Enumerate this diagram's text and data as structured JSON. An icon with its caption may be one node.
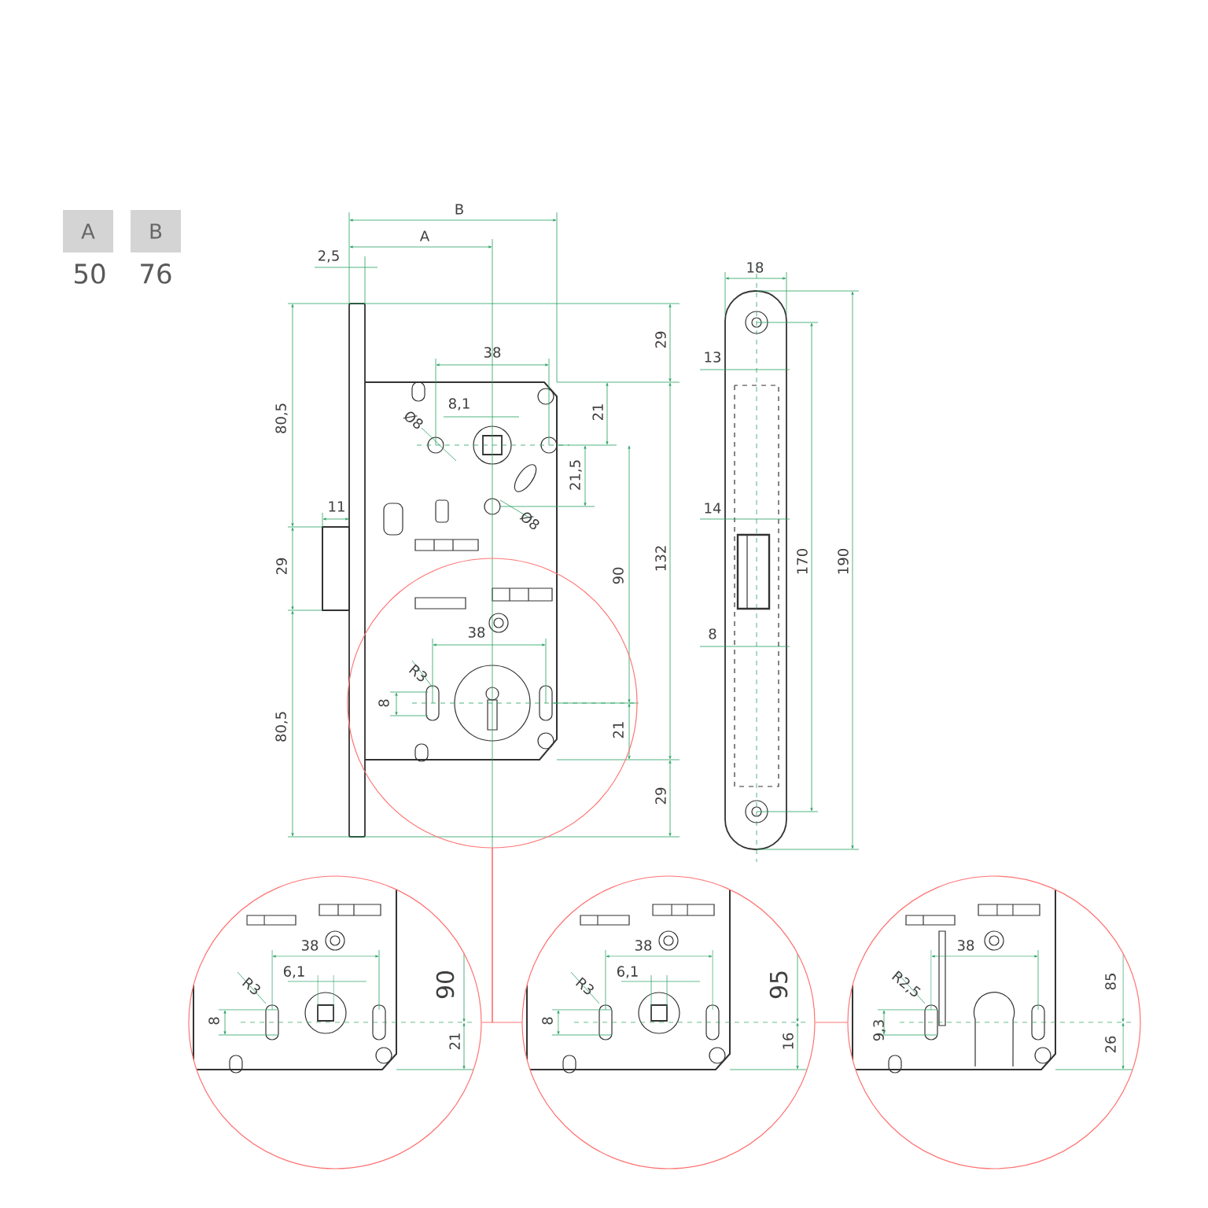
{
  "diagram": {
    "nodes": [
      {
        "text": [],
        "shape": "circle"
      },
      {
        "text": [
          "38",
          "6,1",
          "R3",
          "8",
          "90",
          "21"
        ]
      },
      {
        "text": [
          "38",
          "6,1",
          "R3",
          "8",
          "95",
          "16"
        ]
      },
      {
        "text": [
          "38",
          "R2,5",
          "9,3",
          "85",
          "26"
        ]
      }
    ],
    "edges": [
      {
        "from": 0,
        "to": 1,
        "arrow": "none"
      },
      {
        "from": 0,
        "to": 2,
        "arrow": "none"
      },
      {
        "from": 2,
        "to": 3,
        "arrow": "none"
      }
    ],
    "labels": [
      "A",
      "B",
      "50",
      "76",
      "B",
      "A",
      "2,5",
      "38",
      "29",
      "18",
      "13",
      "80,5",
      "8,1",
      "Ø8",
      "21",
      "21,5",
      "Ø8",
      "11",
      "14",
      "29",
      "132",
      "90",
      "170",
      "190",
      "38",
      "8",
      "R3",
      "8",
      "21",
      "80,5",
      "29"
    ]
  }
}
